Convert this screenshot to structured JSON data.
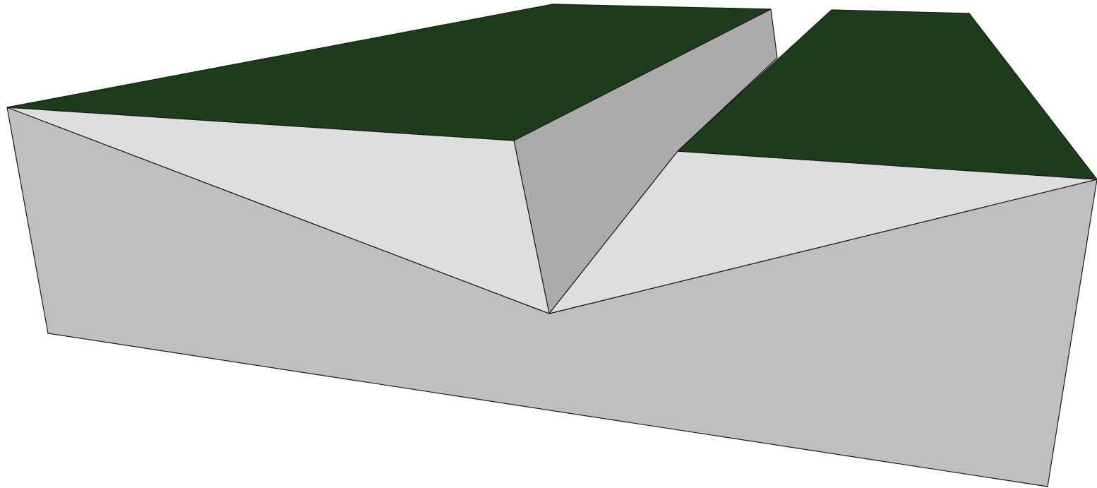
{
  "diagram": {
    "subject": "block-model",
    "faces": [
      {
        "name": "front-face",
        "fill": "#bfbfbf"
      },
      {
        "name": "left-cut-face",
        "fill": "#dedede"
      },
      {
        "name": "right-cut-face",
        "fill": "#dedede"
      },
      {
        "name": "fault-scarp-face",
        "fill": "#ababab"
      },
      {
        "name": "left-top-surface",
        "fill": "#1c3d19"
      },
      {
        "name": "right-top-surface",
        "fill": "#1c3d19"
      }
    ],
    "colors": {
      "vegetation": "#1c3d19",
      "scarp": "#ababab",
      "cut": "#dedede",
      "front": "#bfbfbf",
      "edge": "#1a1a1a",
      "background": "#ffffff"
    }
  }
}
